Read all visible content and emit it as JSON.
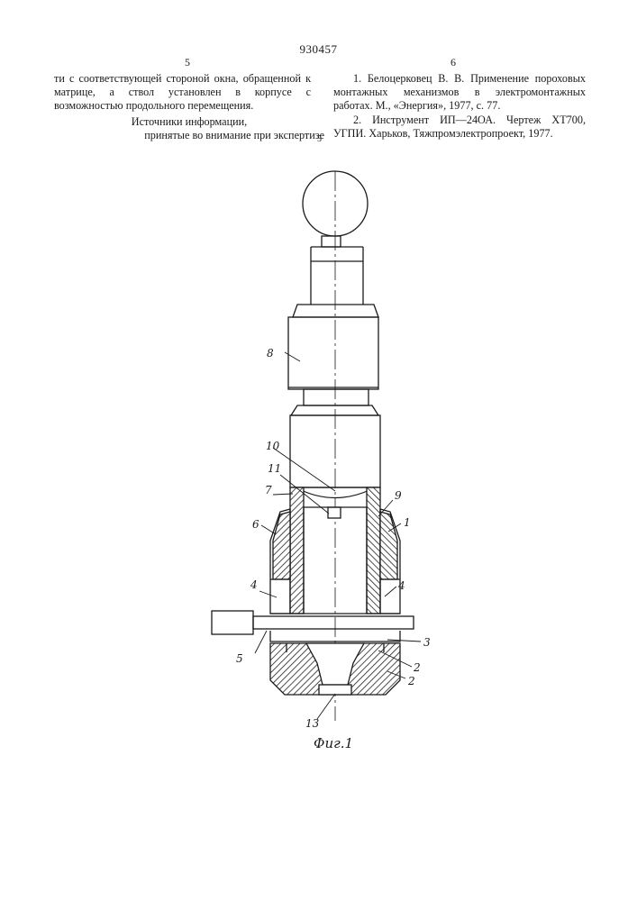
{
  "header": {
    "patent_number": "930457",
    "left_column_number": "5",
    "right_column_number": "6"
  },
  "left_column": {
    "text": "ти с соответствующей стороной окна, обращенной к матрице, а ствол установлен в корпусе с возможностью продольного перемещения.",
    "sources_title": "Источники информации,",
    "sources_subtitle": "принятые во внимание при экспертизе"
  },
  "line_marker": "5",
  "right_column": {
    "ref1": "1. Белоцерковец В. В. Применение пороховых монтажных механизмов в электромонтажных работах. М., «Энергия», 1977, с. 77.",
    "ref2": "2. Инструмент ИП—24ОА. Чертеж ХТ700, УГПИ. Харьков, Тяжпромэлектропроект, 1977."
  },
  "figure": {
    "caption": "Фиг.1",
    "labels": {
      "l1": "1",
      "l2a": "2",
      "l2b": "2",
      "l3": "3",
      "l4a": "4",
      "l4b": "4",
      "l5": "5",
      "l6": "6",
      "l7": "7",
      "l8": "8",
      "l9": "9",
      "l10": "10",
      "l11": "11",
      "l13": "13"
    }
  }
}
